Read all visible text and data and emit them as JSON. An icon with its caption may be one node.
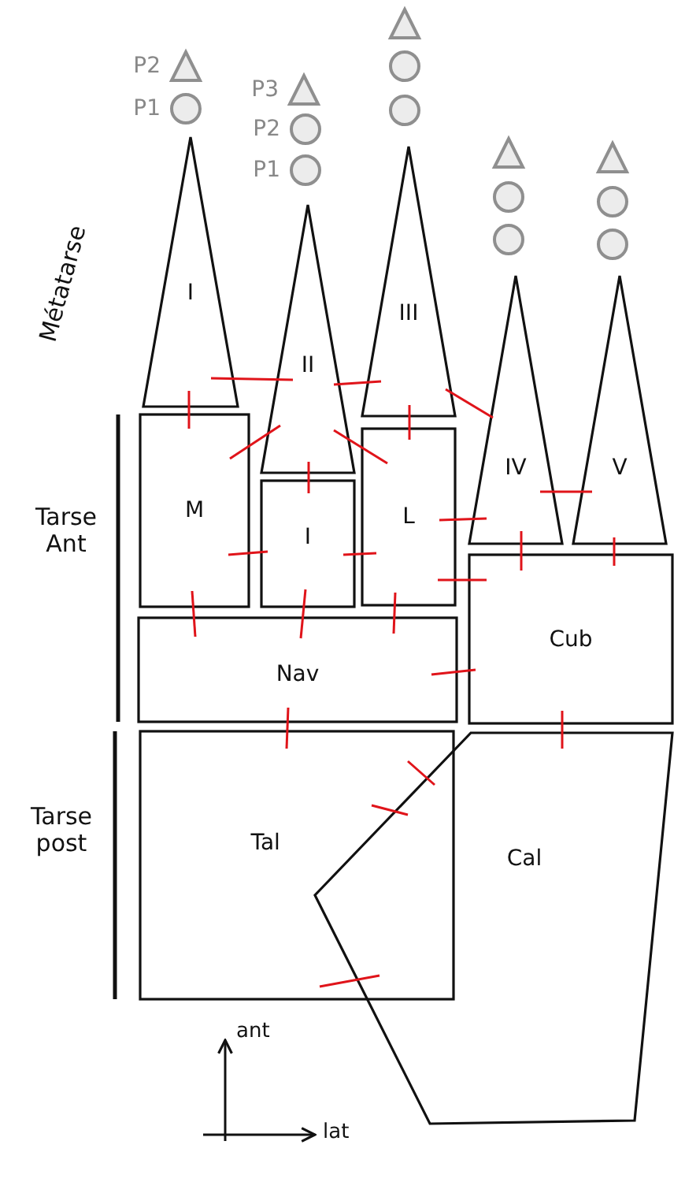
{
  "diagram": {
    "nodes": [
      {
        "text": [
          "I"
        ]
      },
      {
        "text": [
          "II"
        ]
      },
      {
        "text": [
          "III"
        ]
      },
      {
        "text": [
          "IV"
        ]
      },
      {
        "text": [
          "V"
        ]
      },
      {
        "text": [
          "M"
        ]
      },
      {
        "text": [
          "I"
        ]
      },
      {
        "text": [
          "L"
        ]
      },
      {
        "text": [
          "Nav"
        ]
      },
      {
        "text": [
          "Cub"
        ]
      },
      {
        "text": [
          "Tal"
        ]
      },
      {
        "text": [
          "Cal"
        ]
      },
      {
        "text": [],
        "shape": "triangle",
        "beside": [
          "P2"
        ]
      },
      {
        "text": [],
        "shape": "circle",
        "beside": [
          "P1"
        ]
      },
      {
        "text": [],
        "shape": "triangle",
        "beside": [
          "P3"
        ]
      },
      {
        "text": [],
        "shape": "circle",
        "beside": [
          "P2"
        ]
      },
      {
        "text": [],
        "shape": "circle",
        "beside": [
          "P1"
        ]
      },
      {
        "text": [],
        "shape": "triangle"
      },
      {
        "text": [],
        "shape": "circle"
      },
      {
        "text": [],
        "shape": "circle"
      },
      {
        "text": [],
        "shape": "triangle"
      },
      {
        "text": [],
        "shape": "circle"
      },
      {
        "text": [],
        "shape": "circle"
      },
      {
        "text": [],
        "shape": "triangle"
      },
      {
        "text": [],
        "shape": "circle"
      },
      {
        "text": [],
        "shape": "circle"
      }
    ],
    "edges": [
      {
        "from": 0,
        "to": 1,
        "arrow": "none"
      },
      {
        "from": 0,
        "to": 5,
        "arrow": "none"
      },
      {
        "from": 1,
        "to": 2,
        "arrow": "none"
      },
      {
        "from": 2,
        "to": 3,
        "arrow": "none"
      },
      {
        "from": 2,
        "to": 7,
        "arrow": "none"
      },
      {
        "from": 5,
        "to": 1,
        "arrow": "none"
      },
      {
        "from": 1,
        "to": 7,
        "arrow": "none"
      },
      {
        "from": 1,
        "to": 6,
        "arrow": "none"
      },
      {
        "from": 7,
        "to": 3,
        "arrow": "none"
      },
      {
        "from": 3,
        "to": 4,
        "arrow": "none"
      },
      {
        "from": 3,
        "to": 9,
        "arrow": "none"
      },
      {
        "from": 4,
        "to": 9,
        "arrow": "none"
      },
      {
        "from": 5,
        "to": 6,
        "arrow": "none"
      },
      {
        "from": 6,
        "to": 7,
        "arrow": "none"
      },
      {
        "from": 7,
        "to": 9,
        "arrow": "none"
      },
      {
        "from": 5,
        "to": 8,
        "arrow": "none"
      },
      {
        "from": 6,
        "to": 8,
        "arrow": "none"
      },
      {
        "from": 7,
        "to": 8,
        "arrow": "none"
      },
      {
        "from": 8,
        "to": 9,
        "arrow": "none"
      },
      {
        "from": 8,
        "to": 10,
        "arrow": "none"
      },
      {
        "from": 9,
        "to": 11,
        "arrow": "none"
      },
      {
        "from": 10,
        "to": 11,
        "arrow": "none"
      },
      {
        "from": 10,
        "to": 11,
        "arrow": "none"
      },
      {
        "from": 10,
        "to": 11,
        "arrow": "none"
      }
    ],
    "labels": [
      "Métatarse",
      "Tarse Ant",
      "Tarse post",
      "ant",
      "lat"
    ]
  }
}
